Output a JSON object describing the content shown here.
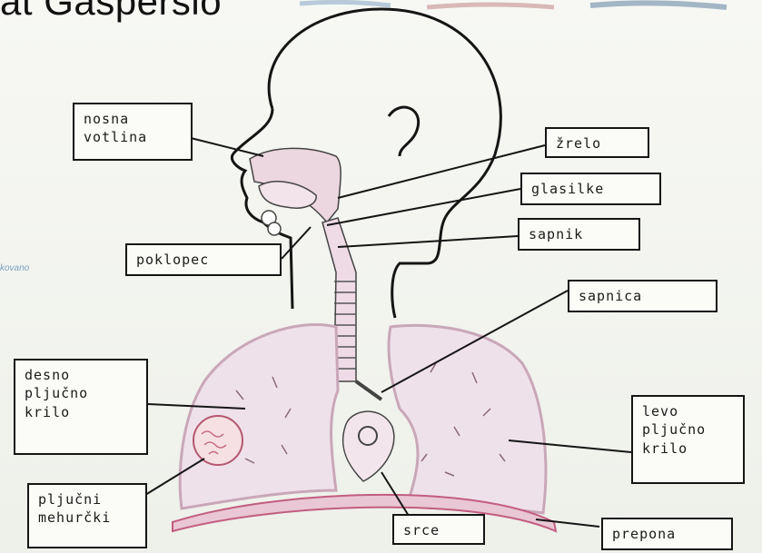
{
  "title": "at Gasperslo",
  "stray_text": "kovano",
  "labels": {
    "nosna_votlina": "nosna votlina",
    "zrelo": "žrelo",
    "glasilke": "glasilke",
    "sapnik": "sapnik",
    "poklopec": "poklopec",
    "sapnica": "sapnica",
    "desno_pljucno_krilo": "desno pljučno krilo",
    "levo_pljucno_krilo": "levo pljučno krilo",
    "pljucni_mehurcki": "pljučni mehurčki",
    "srce": "srce",
    "prepona": "prepona"
  },
  "colors": {
    "ink": "#151515",
    "lung_fill": "#efe1ea",
    "lung_edge": "#c9a7b8",
    "diaphragm": "#c25d80",
    "trachea": "#efdbe6"
  }
}
